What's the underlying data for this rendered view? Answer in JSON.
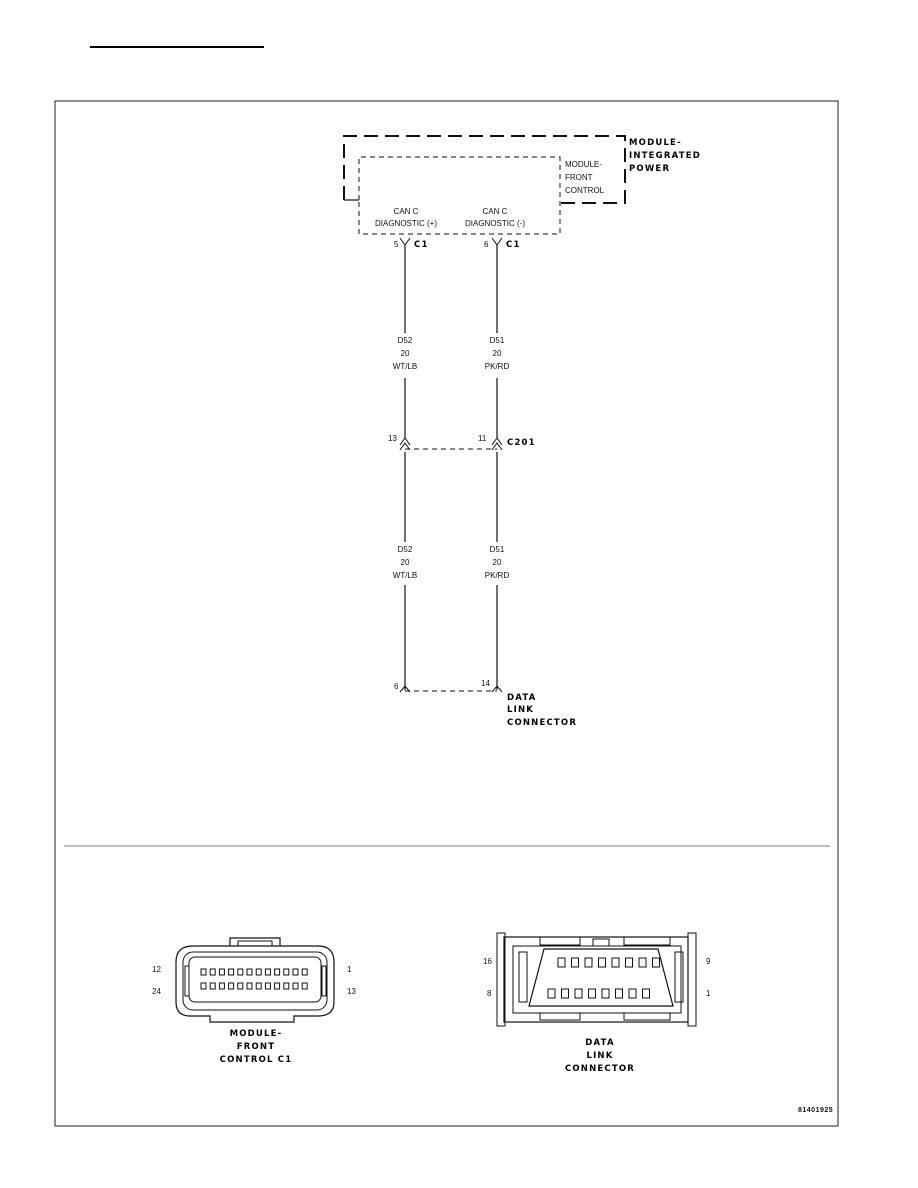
{
  "modules": {
    "integrated_power": [
      "MODULE-",
      "INTEGRATED",
      "POWER"
    ],
    "front_control": [
      "MODULE-",
      "FRONT",
      "CONTROL"
    ]
  },
  "pins": {
    "can_pos_label": [
      "CAN C",
      "DIAGNOSTIC (+)"
    ],
    "can_neg_label": [
      "CAN C",
      "DIAGNOSTIC (-)"
    ],
    "c1_pin_left": "5",
    "c1_pin_right": "6",
    "c1_label": "C1"
  },
  "wires": {
    "left_upper": [
      "D52",
      "20",
      "WT/LB"
    ],
    "right_upper": [
      "D51",
      "20",
      "PK/RD"
    ],
    "left_lower": [
      "D52",
      "20",
      "WT/LB"
    ],
    "right_lower": [
      "D51",
      "20",
      "PK/RD"
    ]
  },
  "inline_connector": {
    "label": "C201",
    "pin_left": "13",
    "pin_right": "11"
  },
  "dlc": {
    "label": [
      "DATA",
      "LINK",
      "CONNECTOR"
    ],
    "pin_left": "6",
    "pin_right": "14"
  },
  "connector_views": {
    "fcm_c1": {
      "label": [
        "MODULE-",
        "FRONT",
        "CONTROL C1"
      ],
      "pins": [
        "12",
        "24",
        "1",
        "13"
      ]
    },
    "dlc": {
      "label": [
        "DATA",
        "LINK",
        "CONNECTOR"
      ],
      "pins": [
        "16",
        "8",
        "9",
        "1"
      ]
    }
  },
  "figure_id": "81401925"
}
